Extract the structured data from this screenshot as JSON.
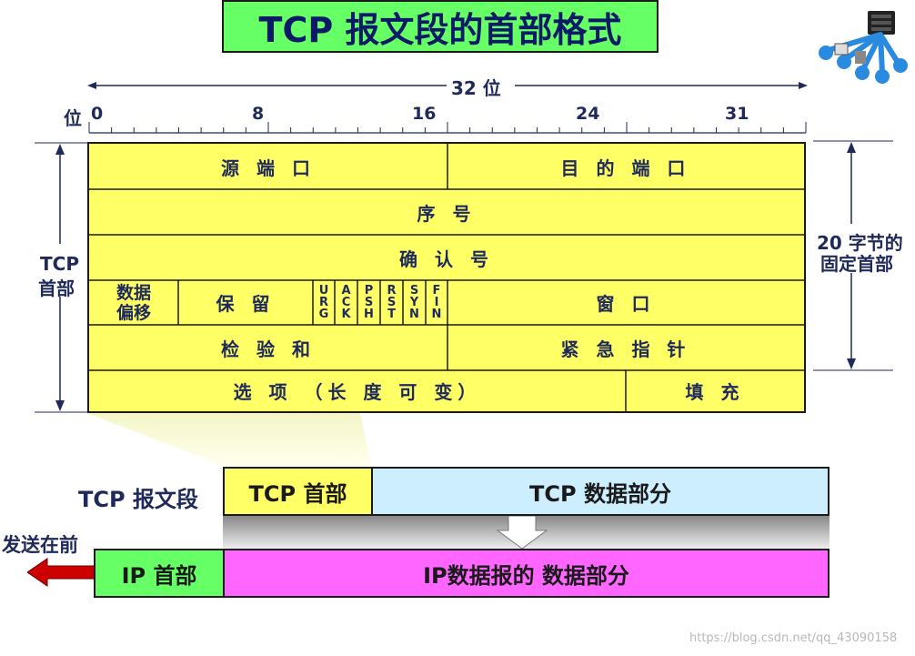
{
  "title": "TCP 报文段的首部格式",
  "ruler": {
    "span_label": "32 位",
    "bit_label": "位",
    "ticks": [
      "0",
      "8",
      "16",
      "24",
      "31"
    ]
  },
  "left_label": {
    "line1": "TCP",
    "line2": "首部"
  },
  "right_label": {
    "line1": "20 字节的",
    "line2": "固定首部"
  },
  "rows": {
    "source_port": "源 端 口",
    "dest_port": "目 的 端 口",
    "seq": "序 号",
    "ack_num": "确 认 号",
    "data_offset": {
      "line1": "数据",
      "line2": "偏移"
    },
    "reserved": "保 留",
    "flags": [
      [
        "U",
        "R",
        "G"
      ],
      [
        "A",
        "C",
        "K"
      ],
      [
        "P",
        "S",
        "H"
      ],
      [
        "R",
        "S",
        "T"
      ],
      [
        "S",
        "Y",
        "N"
      ],
      [
        "F",
        "I",
        "N"
      ]
    ],
    "window": "窗 口",
    "checksum": "检 验 和",
    "urgent": "紧 急 指 针",
    "options": "选 项 （长 度 可 变）",
    "padding": "填 充"
  },
  "segment": {
    "label": "TCP 报文段",
    "header": "TCP 首部",
    "data": "TCP 数据部分"
  },
  "ip": {
    "send_first": "发送在前",
    "header": "IP 首部",
    "data": "IP数据报的 数据部分"
  },
  "watermark": "https://blog.csdn.net/qq_43090158",
  "colors": {
    "title_bg": "#66ff66",
    "header_bg": "#ffff66",
    "tcp_data_bg": "#cceeff",
    "ip_header_bg": "#66ff66",
    "ip_data_bg": "#ff66ff",
    "arrow_red": "#cc0000",
    "text": "#1f2a5a"
  },
  "icons": [
    "network-illustration-icon"
  ]
}
